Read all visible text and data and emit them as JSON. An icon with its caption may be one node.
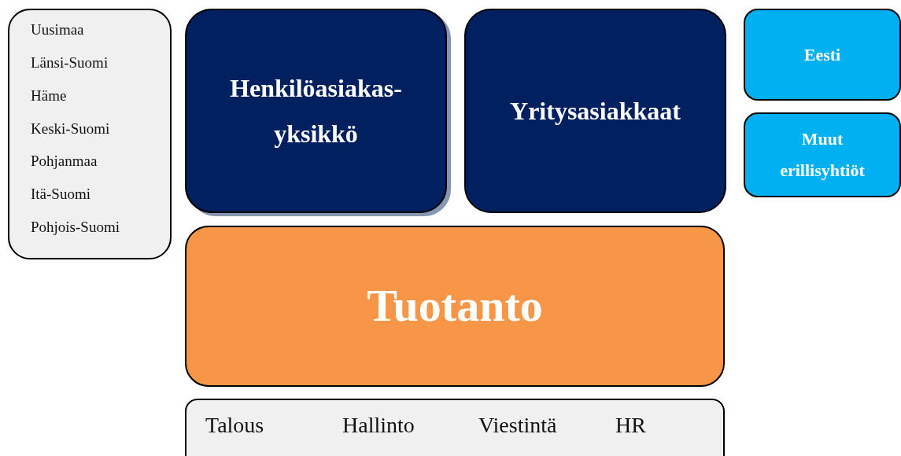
{
  "diagram": {
    "nodes": [
      {
        "text": [
          "Uusimaa",
          "Länsi-Suomi",
          "Häme",
          "Keski-Suomi",
          "Pohjanmaa",
          "Itä-Suomi",
          "Pohjois-Suomi"
        ]
      },
      {
        "text": [
          "Henkilöasiakas-yksikkö"
        ]
      },
      {
        "text": [
          "Yritysasiakkaat"
        ]
      },
      {
        "text": [
          "Eesti"
        ]
      },
      {
        "text": [
          "Muut erillisyhtiöt"
        ]
      },
      {
        "text": [
          "Tuotanto"
        ]
      },
      {
        "text": [
          "Talous",
          "Hallinto",
          "Viestintä",
          "HR"
        ]
      }
    ]
  }
}
